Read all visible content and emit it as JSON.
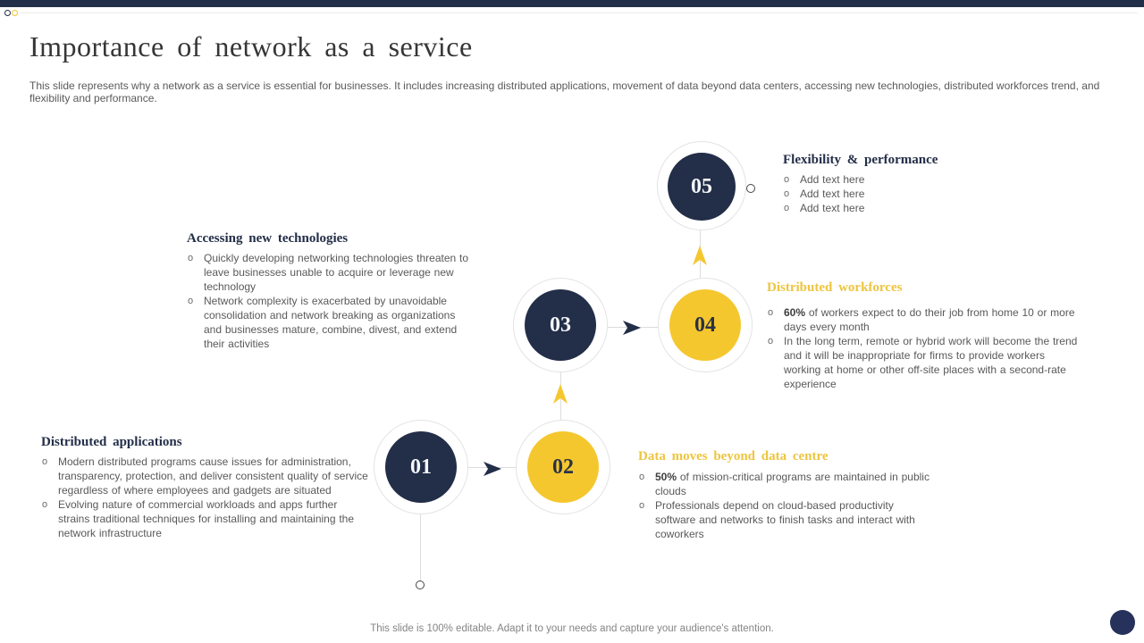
{
  "slide": {
    "title": "Importance of network as a service",
    "subtitle": "This slide represents why a network as a service is essential for businesses. It includes increasing distributed applications, movement of data beyond data centers, accessing new technologies, distributed workforces trend, and flexibility and performance.",
    "footer": "This slide is 100% editable. Adapt it to your needs and capture your audience's attention."
  },
  "colors": {
    "navy": "#232E48",
    "yellow": "#F5C72E",
    "yellow_heading": "#EDC53F",
    "body_text": "#595959",
    "ring_line": "#E3E3E3"
  },
  "icons": {
    "right_arrows": "arrow-right-icon (navy dart)",
    "up_arrows": "arrow-up-icon (yellow dart)"
  },
  "steps": [
    {
      "number": "01",
      "color": "navy"
    },
    {
      "number": "02",
      "color": "yellow"
    },
    {
      "number": "03",
      "color": "navy"
    },
    {
      "number": "04",
      "color": "yellow"
    },
    {
      "number": "05",
      "color": "navy"
    }
  ],
  "blocks": {
    "flexibility": {
      "heading": "Flexibility & performance",
      "bullets": [
        "Add text here",
        "Add text here",
        "Add text here"
      ]
    },
    "technologies": {
      "heading": "Accessing new technologies",
      "bullets": [
        "Quickly developing networking technologies threaten to leave businesses unable to acquire or leverage new technology",
        "Network complexity is exacerbated by unavoidable consolidation and network breaking as organizations and businesses mature, combine, divest, and extend their activities"
      ]
    },
    "workforces": {
      "heading": "Distributed workforces",
      "bullets": [
        {
          "lead": "60%",
          "text": " of workers expect to do their job from home 10 or more days every month"
        },
        {
          "lead": "",
          "text": "In the long term, remote or hybrid work will become the trend and it will be inappropriate for firms to provide workers working at home or other off-site places with a second-rate experience"
        }
      ]
    },
    "applications": {
      "heading": "Distributed applications",
      "bullets": [
        "Modern distributed programs cause issues for administration, transparency, protection, and deliver consistent quality of service regardless of where employees and gadgets are situated",
        "Evolving nature of commercial workloads and apps further strains traditional techniques for installing and maintaining the network infrastructure"
      ]
    },
    "data_moves": {
      "heading": "Data moves beyond data centre",
      "bullets": [
        {
          "lead": "50%",
          "text": " of mission-critical programs are maintained in public clouds"
        },
        {
          "lead": "",
          "text": "Professionals depend on cloud-based productivity software and networks to finish tasks and interact with coworkers"
        }
      ]
    }
  }
}
